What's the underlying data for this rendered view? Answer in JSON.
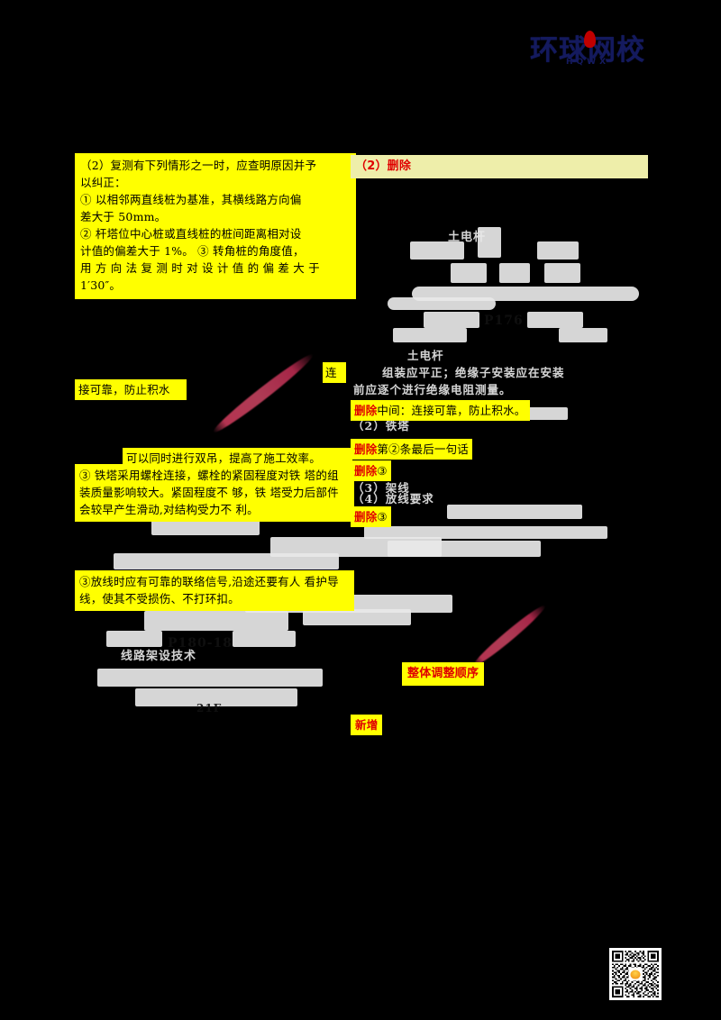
{
  "brand": {
    "logo_cn": "环球网校",
    "logo_en": "HQWX",
    "dot": "red-drop-icon",
    "brand_color": "#141a5e",
    "accent_color": "#c00000"
  },
  "page": {
    "background_color": "#000000",
    "highlight_color": "#ffff00",
    "pale_highlight_color": "#eeeeaa",
    "annotation_text_color": "#e00000",
    "watermark_color": "#be3755"
  },
  "left_column": {
    "block_1": {
      "lines": [
        "（2）复测有下列情形之一时，应查明原因并予",
        "以纠正：",
        "①  以相邻两直线桩为基准，其横线路方向偏",
        "差大于 50mm。",
        "②  杆塔位中心桩或直线桩的桩间距离相对设",
        "计值的偏差大于 1%。    ③  转角桩的角度值，",
        "用 方 向 法 复 测 时 对 设 计 值 的 偏 差 大 于",
        "1′30″。"
      ]
    },
    "fragment_a": "接可靠，防止积水",
    "fragment_lian": "连",
    "fragment_b": "可以同时进行双吊，提高了施工效率。",
    "block_2": {
      "lines": [
        "③  铁塔采用螺栓连接，螺栓的紧固程度对铁",
        "塔的组装质量影响较大。紧固程度不  够，铁",
        "塔受力后部件会较早产生滑动,对结构受力不",
        "利。"
      ]
    },
    "block_3": {
      "lines": [
        "③放线时应有可靠的联络信号,沿途还要有人",
        "看护导线，使其不受损伤、不打环扣。"
      ]
    }
  },
  "right_column": {
    "bar_delete": {
      "marker": "（2）删除",
      "text": ""
    },
    "chips": [
      {
        "marker": "删除",
        "text": "中间：连接可靠，防止积水。"
      },
      {
        "marker": "删除",
        "text": "第②条最后一句话"
      },
      {
        "marker": "删除",
        "text": "③"
      },
      {
        "marker": "删除",
        "text": "③"
      }
    ],
    "chip_reorder": "整体调整顺序",
    "chip_new": "新增"
  },
  "ghost_text": {
    "page_ref_1": "P176",
    "page_ref_2": "P180-182",
    "line_1": "土电杆",
    "line_2": "组装应平正；绝缘子安装应在安装",
    "line_3": "前应逐个进行绝缘电阻测量。",
    "line_4": "（2）铁塔",
    "line_5": "（3）架线",
    "line_6": "（4）放线要求",
    "line_7": "线路架设技术",
    "line_8": "21F"
  },
  "qr": {
    "name": "qr-code",
    "center_icon": "flame-logo-icon"
  }
}
